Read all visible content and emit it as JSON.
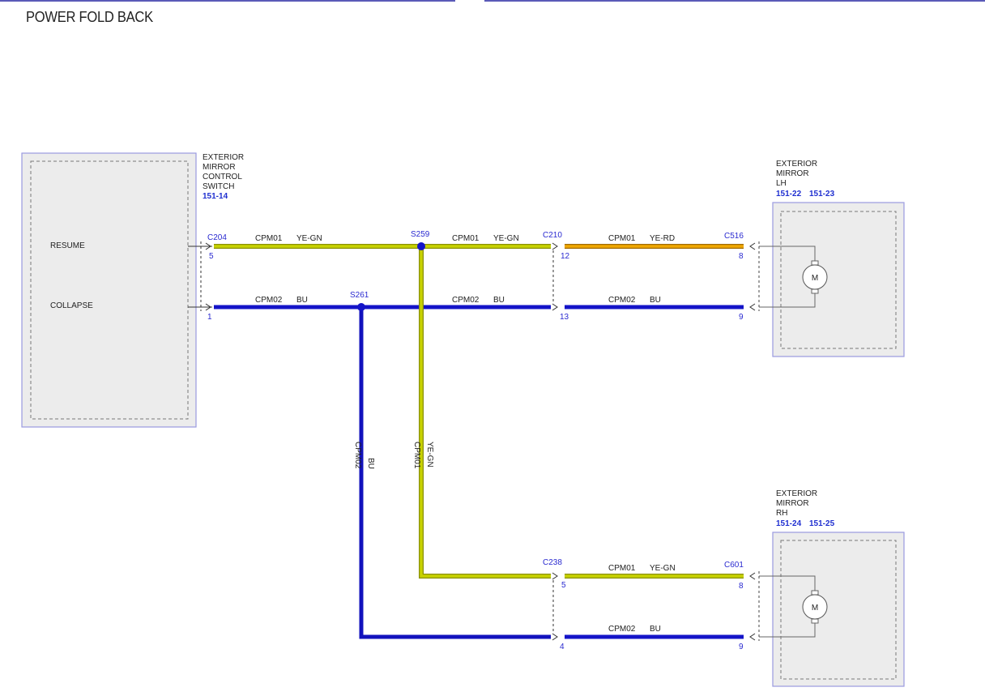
{
  "page": {
    "title": "POWER FOLD BACK"
  },
  "components": {
    "switch": {
      "name_lines": [
        "EXTERIOR",
        "MIRROR",
        "CONTROL",
        "SWITCH"
      ],
      "ref": "151-14",
      "pins": [
        {
          "label": "RESUME"
        },
        {
          "label": "COLLAPSE"
        }
      ]
    },
    "mirror_lh": {
      "name_lines": [
        "EXTERIOR",
        "MIRROR",
        "LH"
      ],
      "refs": [
        "151-22",
        "151-23"
      ],
      "motor_label": "M"
    },
    "mirror_rh": {
      "name_lines": [
        "EXTERIOR",
        "MIRROR",
        "RH"
      ],
      "refs": [
        "151-24",
        "151-25"
      ],
      "motor_label": "M"
    }
  },
  "connectors": {
    "C204": {
      "name": "C204",
      "pins": [
        "5",
        "1"
      ]
    },
    "C210": {
      "name": "C210",
      "pins": [
        "12",
        "13"
      ]
    },
    "C516": {
      "name": "C516",
      "pins": [
        "8",
        "9"
      ]
    },
    "C238": {
      "name": "C238",
      "pins": [
        "5",
        "4"
      ]
    },
    "C601": {
      "name": "C601",
      "pins": [
        "8",
        "9"
      ]
    }
  },
  "splices": {
    "S259": "S259",
    "S261": "S261"
  },
  "wires": [
    {
      "id": "w1",
      "circuit": "CPM01",
      "color_code": "YE-GN",
      "color": "#c8d200"
    },
    {
      "id": "w2",
      "circuit": "CPM01",
      "color_code": "YE-GN",
      "color": "#c8d200"
    },
    {
      "id": "w3",
      "circuit": "CPM01",
      "color_code": "YE-RD",
      "color": "#f0a800"
    },
    {
      "id": "w4",
      "circuit": "CPM02",
      "color_code": "BU",
      "color": "#1414c8"
    },
    {
      "id": "w5",
      "circuit": "CPM02",
      "color_code": "BU",
      "color": "#1414c8"
    },
    {
      "id": "w6",
      "circuit": "CPM02",
      "color_code": "BU",
      "color": "#1414c8"
    },
    {
      "id": "w7",
      "circuit": "CPM02",
      "color_code": "BU",
      "color": "#1414c8"
    },
    {
      "id": "w8",
      "circuit": "CPM01",
      "color_code": "YE-GN",
      "color": "#c8d200"
    },
    {
      "id": "w9",
      "circuit": "CPM01",
      "color_code": "YE-GN",
      "color": "#c8d200"
    },
    {
      "id": "w10",
      "circuit": "CPM02",
      "color_code": "BU",
      "color": "#1414c8"
    }
  ],
  "colors": {
    "frame": "#9a9ae0",
    "box_fill": "#ececec",
    "splice": "#1414c8"
  }
}
